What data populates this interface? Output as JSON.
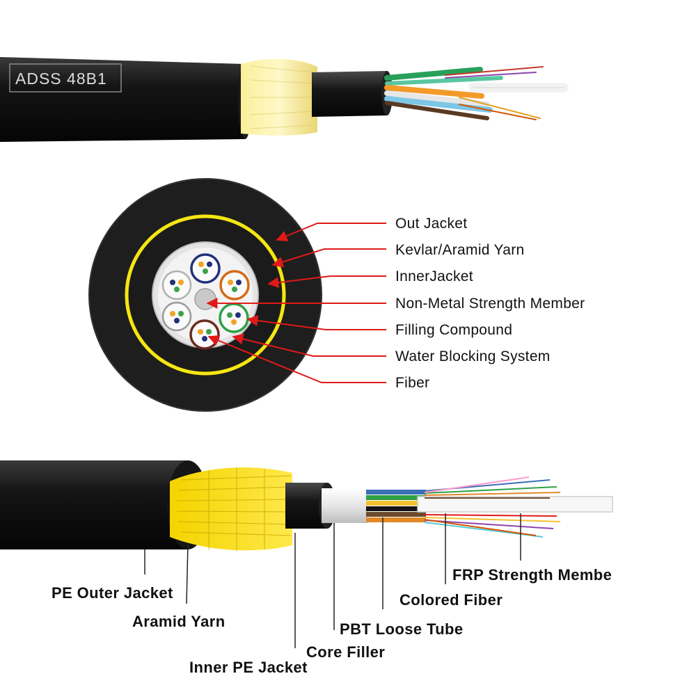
{
  "cable_print": "ADSS  48B1",
  "cross_section_labels": [
    "Out Jacket",
    "Kevlar/Aramid Yarn",
    "InnerJacket",
    "Non-Metal Strength Member",
    "Filling Compound",
    "Water Blocking System",
    "Fiber"
  ],
  "breakout_labels": [
    "PE Outer Jacket",
    "Aramid Yarn",
    "Inner PE Jacket",
    "Core Filler",
    "PBT Loose Tube",
    "Colored Fiber",
    "FRP Strength Membe"
  ],
  "colors": {
    "jacket": "#151515",
    "aramid": "#f2e23a",
    "leader": "#e11919",
    "loose_tube": "#3a6fb5"
  }
}
